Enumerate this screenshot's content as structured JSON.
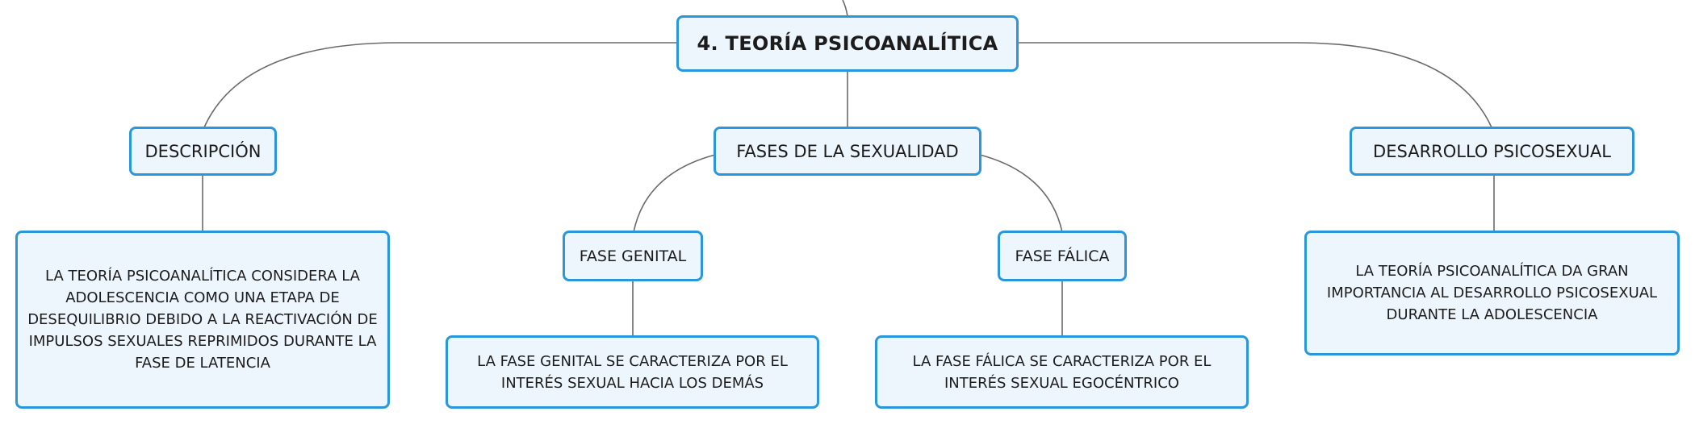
{
  "map": {
    "root": "4. TEORÍA PSICOANALÍTICA",
    "branches": {
      "descripcion": {
        "label": "DESCRIPCIÓN",
        "detail": "LA TEORÍA PSICOANALÍTICA CONSIDERA LA ADOLESCENCIA COMO UNA ETAPA DE DESEQUILIBRIO DEBIDO A LA REACTIVACIÓN DE IMPULSOS SEXUALES REPRIMIDOS DURANTE LA FASE DE LATENCIA"
      },
      "fases": {
        "label": "FASES DE LA SEXUALIDAD",
        "genital": {
          "label": "FASE GENITAL",
          "detail": "LA FASE GENITAL SE CARACTERIZA POR EL INTERÉS SEXUAL HACIA LOS DEMÁS"
        },
        "falica": {
          "label": "FASE FÁLICA",
          "detail": "LA FASE FÁLICA SE CARACTERIZA POR EL INTERÉS SEXUAL EGOCÉNTRICO"
        }
      },
      "desarrollo": {
        "label": "DESARROLLO PSICOSEXUAL",
        "detail": "LA TEORÍA PSICOANALÍTICA DA GRAN IMPORTANCIA AL DESARROLLO PSICOSEXUAL DURANTE LA ADOLESCENCIA"
      }
    }
  },
  "colors": {
    "node_border": "#2a97dc",
    "node_fill": "#eef6fd",
    "connector": "#6a6a6a",
    "text": "#1c1c1c"
  }
}
